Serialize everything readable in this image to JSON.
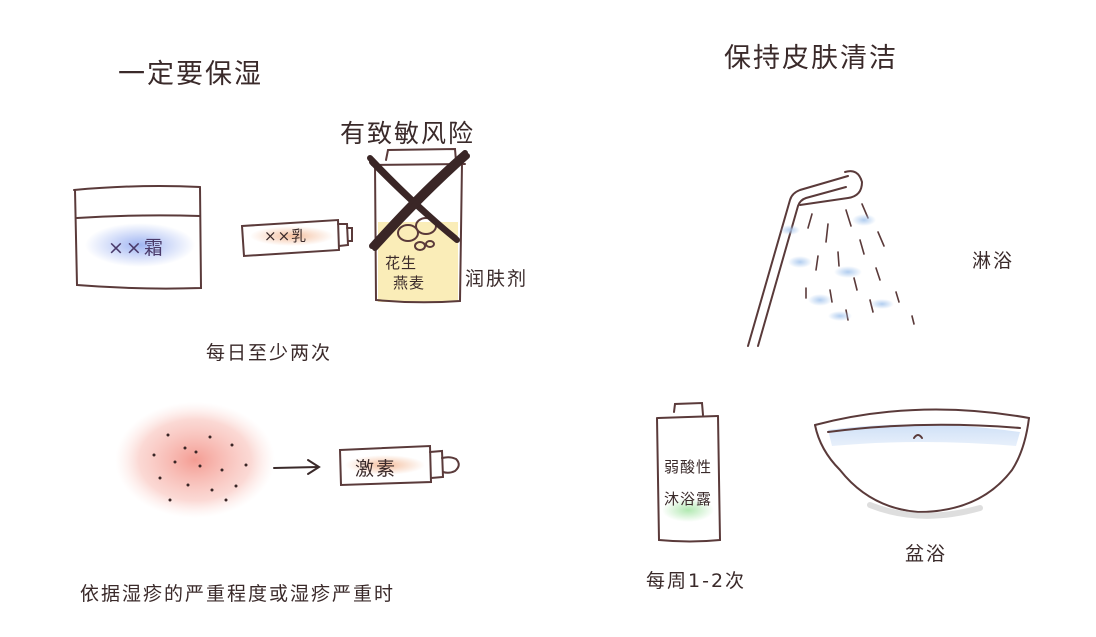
{
  "left": {
    "title": "一定要保湿",
    "risk_label": "有致敏风险",
    "cream_label": "××霜",
    "lotion_label": "××乳",
    "emollient_bottle_text_1": "花生",
    "emollient_bottle_text_2": "燕麦",
    "emollient_label": "润肤剂",
    "frequency_label": "每日至少两次",
    "hormone_label": "激素",
    "severity_caption": "依据湿疹的严重程度或湿疹严重时"
  },
  "right": {
    "title": "保持皮肤清洁",
    "shower_label": "淋浴",
    "wash_bottle_text_1": "弱酸性",
    "wash_bottle_text_2": "沐浴露",
    "wash_frequency_label": "每周1-2次",
    "bath_label": "盆浴"
  },
  "colors": {
    "line": "#5a3a3a",
    "cream_blue": "#8fa8f0",
    "lotion_peach": "#f3b894",
    "emollient_yellow": "#f8e7a0",
    "cross_dark": "#3a2626",
    "rash_red": "#f39a8f",
    "water_blue": "#a9c8ee",
    "wash_green": "#a8e6a8"
  }
}
